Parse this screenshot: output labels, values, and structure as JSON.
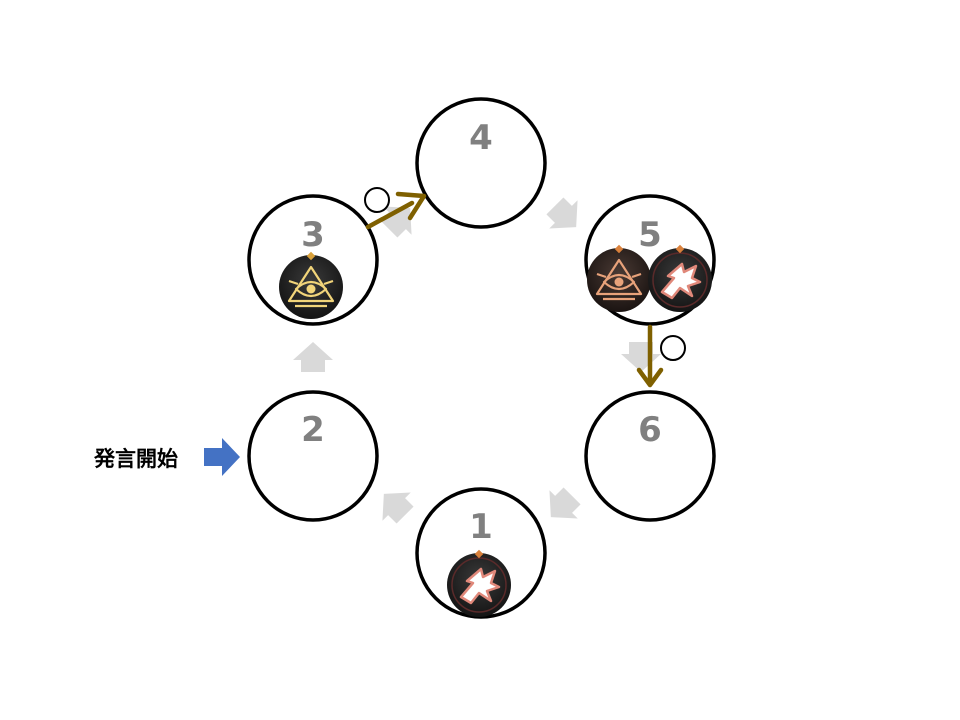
{
  "start_label": "発言開始",
  "seats": [
    {
      "number": "1",
      "tokens": [
        "wolf-icon"
      ]
    },
    {
      "number": "2",
      "tokens": []
    },
    {
      "number": "3",
      "tokens": [
        "seer-eye-icon"
      ]
    },
    {
      "number": "4",
      "tokens": []
    },
    {
      "number": "5",
      "tokens": [
        "seer-eye-icon",
        "wolf-icon"
      ]
    },
    {
      "number": "6",
      "tokens": []
    }
  ],
  "action_arrows": [
    {
      "from": "3",
      "to": "4",
      "mark": "○"
    },
    {
      "from": "5",
      "to": "6",
      "mark": "○"
    }
  ],
  "colors": {
    "circle_stroke": "#000000",
    "seat_number": "#808080",
    "flow_arrow": "#d9d9d9",
    "action_arrow": "#7f6000",
    "start_arrow": "#4472c4",
    "seer_icon": "#f2d57a",
    "seer_icon_faded": "#e8a27a",
    "wolf_icon_stroke": "#e0887a"
  }
}
